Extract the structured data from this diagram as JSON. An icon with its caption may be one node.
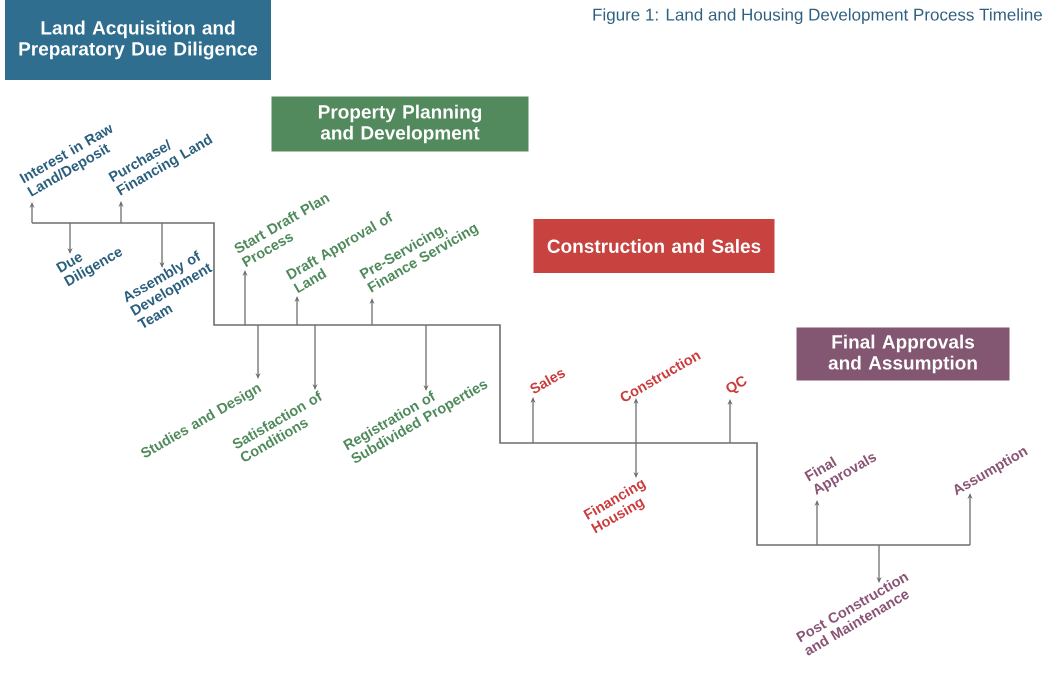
{
  "diagram": {
    "title": "Figure 1: Land and Housing Development Process Timeline",
    "nodes": [
      {
        "text": [
          "Land Acquisition and Preparatory Due Diligence"
        ]
      },
      {
        "text": [
          "Property Planning and Development"
        ]
      },
      {
        "text": [
          "Construction and Sales"
        ]
      },
      {
        "text": [
          "Final Approvals and Assumption"
        ]
      },
      {
        "text": [
          "Interest in Raw Land/Deposit"
        ]
      },
      {
        "text": [
          "Purchase/ Financing Land"
        ]
      },
      {
        "text": [
          "Due Diligence"
        ]
      },
      {
        "text": [
          "Assembly of Development Team"
        ]
      },
      {
        "text": [
          "Start Draft Plan Process"
        ]
      },
      {
        "text": [
          "Draft Approval of Land"
        ]
      },
      {
        "text": [
          "Pre-Servicing, Finance Servicing"
        ]
      },
      {
        "text": [
          "Studies and Design"
        ]
      },
      {
        "text": [
          "Satisfaction of Conditions"
        ]
      },
      {
        "text": [
          "Registration of Subdivided Properties"
        ]
      },
      {
        "text": [
          "Sales"
        ]
      },
      {
        "text": [
          "Construction"
        ]
      },
      {
        "text": [
          "Financing Housing"
        ]
      },
      {
        "text": [
          "QC"
        ]
      },
      {
        "text": [
          "Final Approvals"
        ]
      },
      {
        "text": [
          "Assumption"
        ]
      },
      {
        "text": [
          "Post Construction and Maintenance"
        ]
      }
    ],
    "edges": [
      {
        "from": null,
        "to": 4,
        "arrow": "to"
      },
      {
        "from": null,
        "to": 5,
        "arrow": "to"
      },
      {
        "from": null,
        "to": 6,
        "arrow": "to"
      },
      {
        "from": null,
        "to": 7,
        "arrow": "to"
      },
      {
        "from": null,
        "to": 8,
        "arrow": "to"
      },
      {
        "from": null,
        "to": 9,
        "arrow": "to"
      },
      {
        "from": null,
        "to": 10,
        "arrow": "to"
      },
      {
        "from": null,
        "to": 11,
        "arrow": "to"
      },
      {
        "from": null,
        "to": 12,
        "arrow": "to"
      },
      {
        "from": null,
        "to": 13,
        "arrow": "to"
      },
      {
        "from": null,
        "to": 14,
        "arrow": "to"
      },
      {
        "from": null,
        "to": 15,
        "arrow": "to"
      },
      {
        "from": null,
        "to": 16,
        "arrow": "to"
      },
      {
        "from": null,
        "to": 17,
        "arrow": "to"
      },
      {
        "from": null,
        "to": 18,
        "arrow": "to"
      },
      {
        "from": null,
        "to": 19,
        "arrow": "to"
      },
      {
        "from": null,
        "to": 20,
        "arrow": "to"
      }
    ]
  }
}
